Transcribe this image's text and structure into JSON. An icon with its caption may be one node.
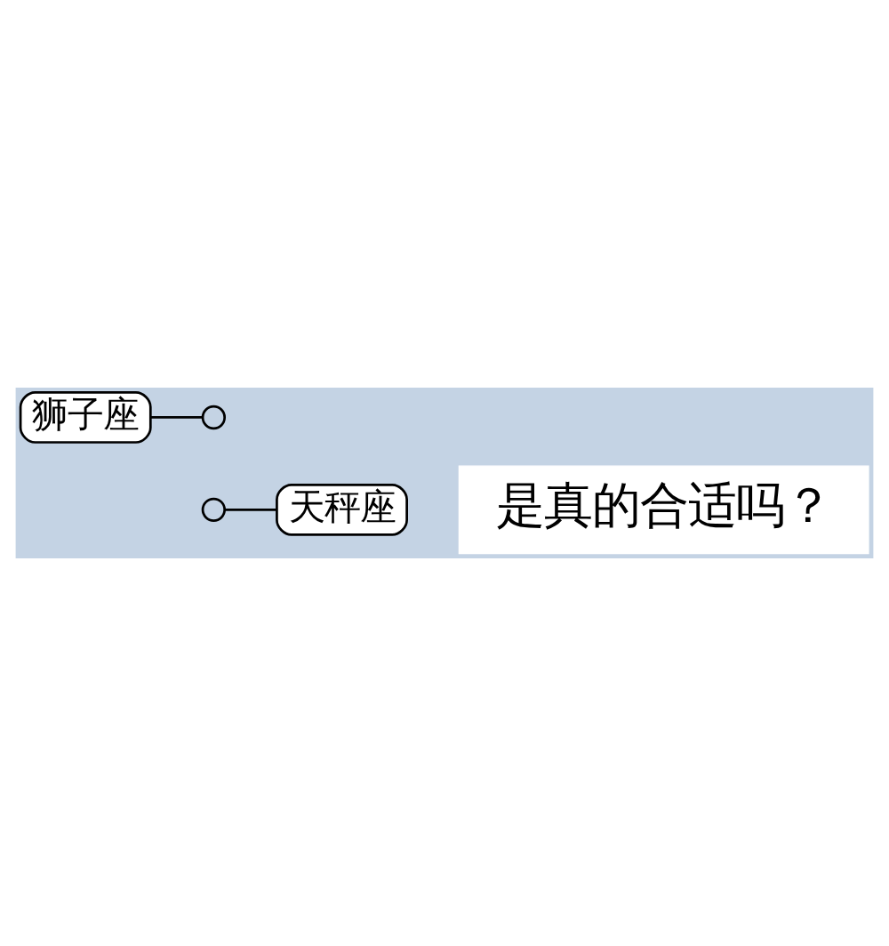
{
  "diagram": {
    "nodes": [
      {
        "text": [
          "狮子座"
        ]
      },
      {
        "text": [],
        "shape": "circle"
      },
      {
        "text": [],
        "shape": "circle"
      },
      {
        "text": [
          "天秤座"
        ]
      },
      {
        "text": [
          "是真的合适吗？"
        ]
      }
    ],
    "edges": [
      {
        "from": 0,
        "to": 1,
        "arrow": "none"
      },
      {
        "from": 2,
        "to": 3,
        "arrow": "none"
      }
    ]
  }
}
